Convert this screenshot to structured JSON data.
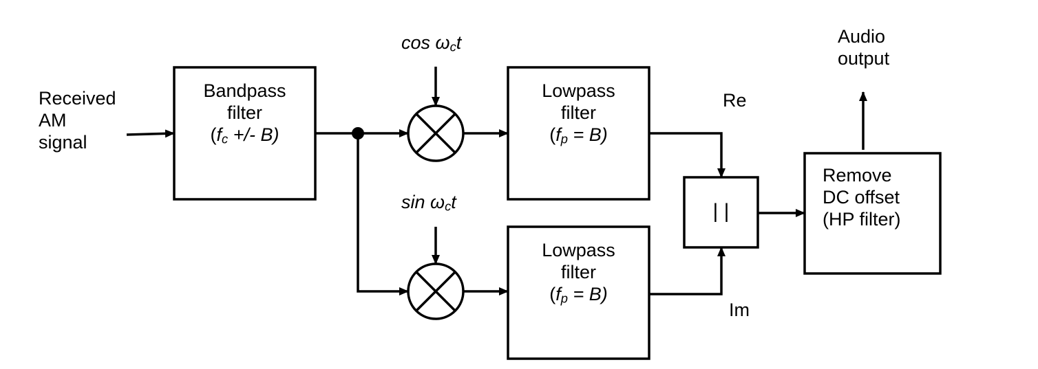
{
  "input_label": [
    "Received",
    "AM",
    "signal"
  ],
  "bandpass": {
    "title": "Bandpass",
    "subtitle": "filter",
    "f": "f",
    "sub": "c",
    "tail": " +/- B)"
  },
  "lo_cos": {
    "prefix": "cos ",
    "omega": "ω",
    "sub": "c",
    "t": "t"
  },
  "lo_sin": {
    "prefix": "sin ",
    "omega": "ω",
    "sub": "c",
    "t": "t"
  },
  "lowpass_top": {
    "title": "Lowpass",
    "subtitle": "filter",
    "f": "f",
    "sub": "p",
    "tail": " = B)"
  },
  "lowpass_bottom": {
    "title": "Lowpass",
    "subtitle": "filter",
    "f": "f",
    "sub": "p",
    "tail": " = B)"
  },
  "re_label": "Re",
  "im_label": "Im",
  "magnitude_symbol": "| |",
  "dc_block": [
    "Remove",
    "DC offset",
    "(HP filter)"
  ],
  "output_label": [
    "Audio",
    "output"
  ],
  "colors": {
    "stroke": "#000000",
    "background": "#ffffff"
  }
}
